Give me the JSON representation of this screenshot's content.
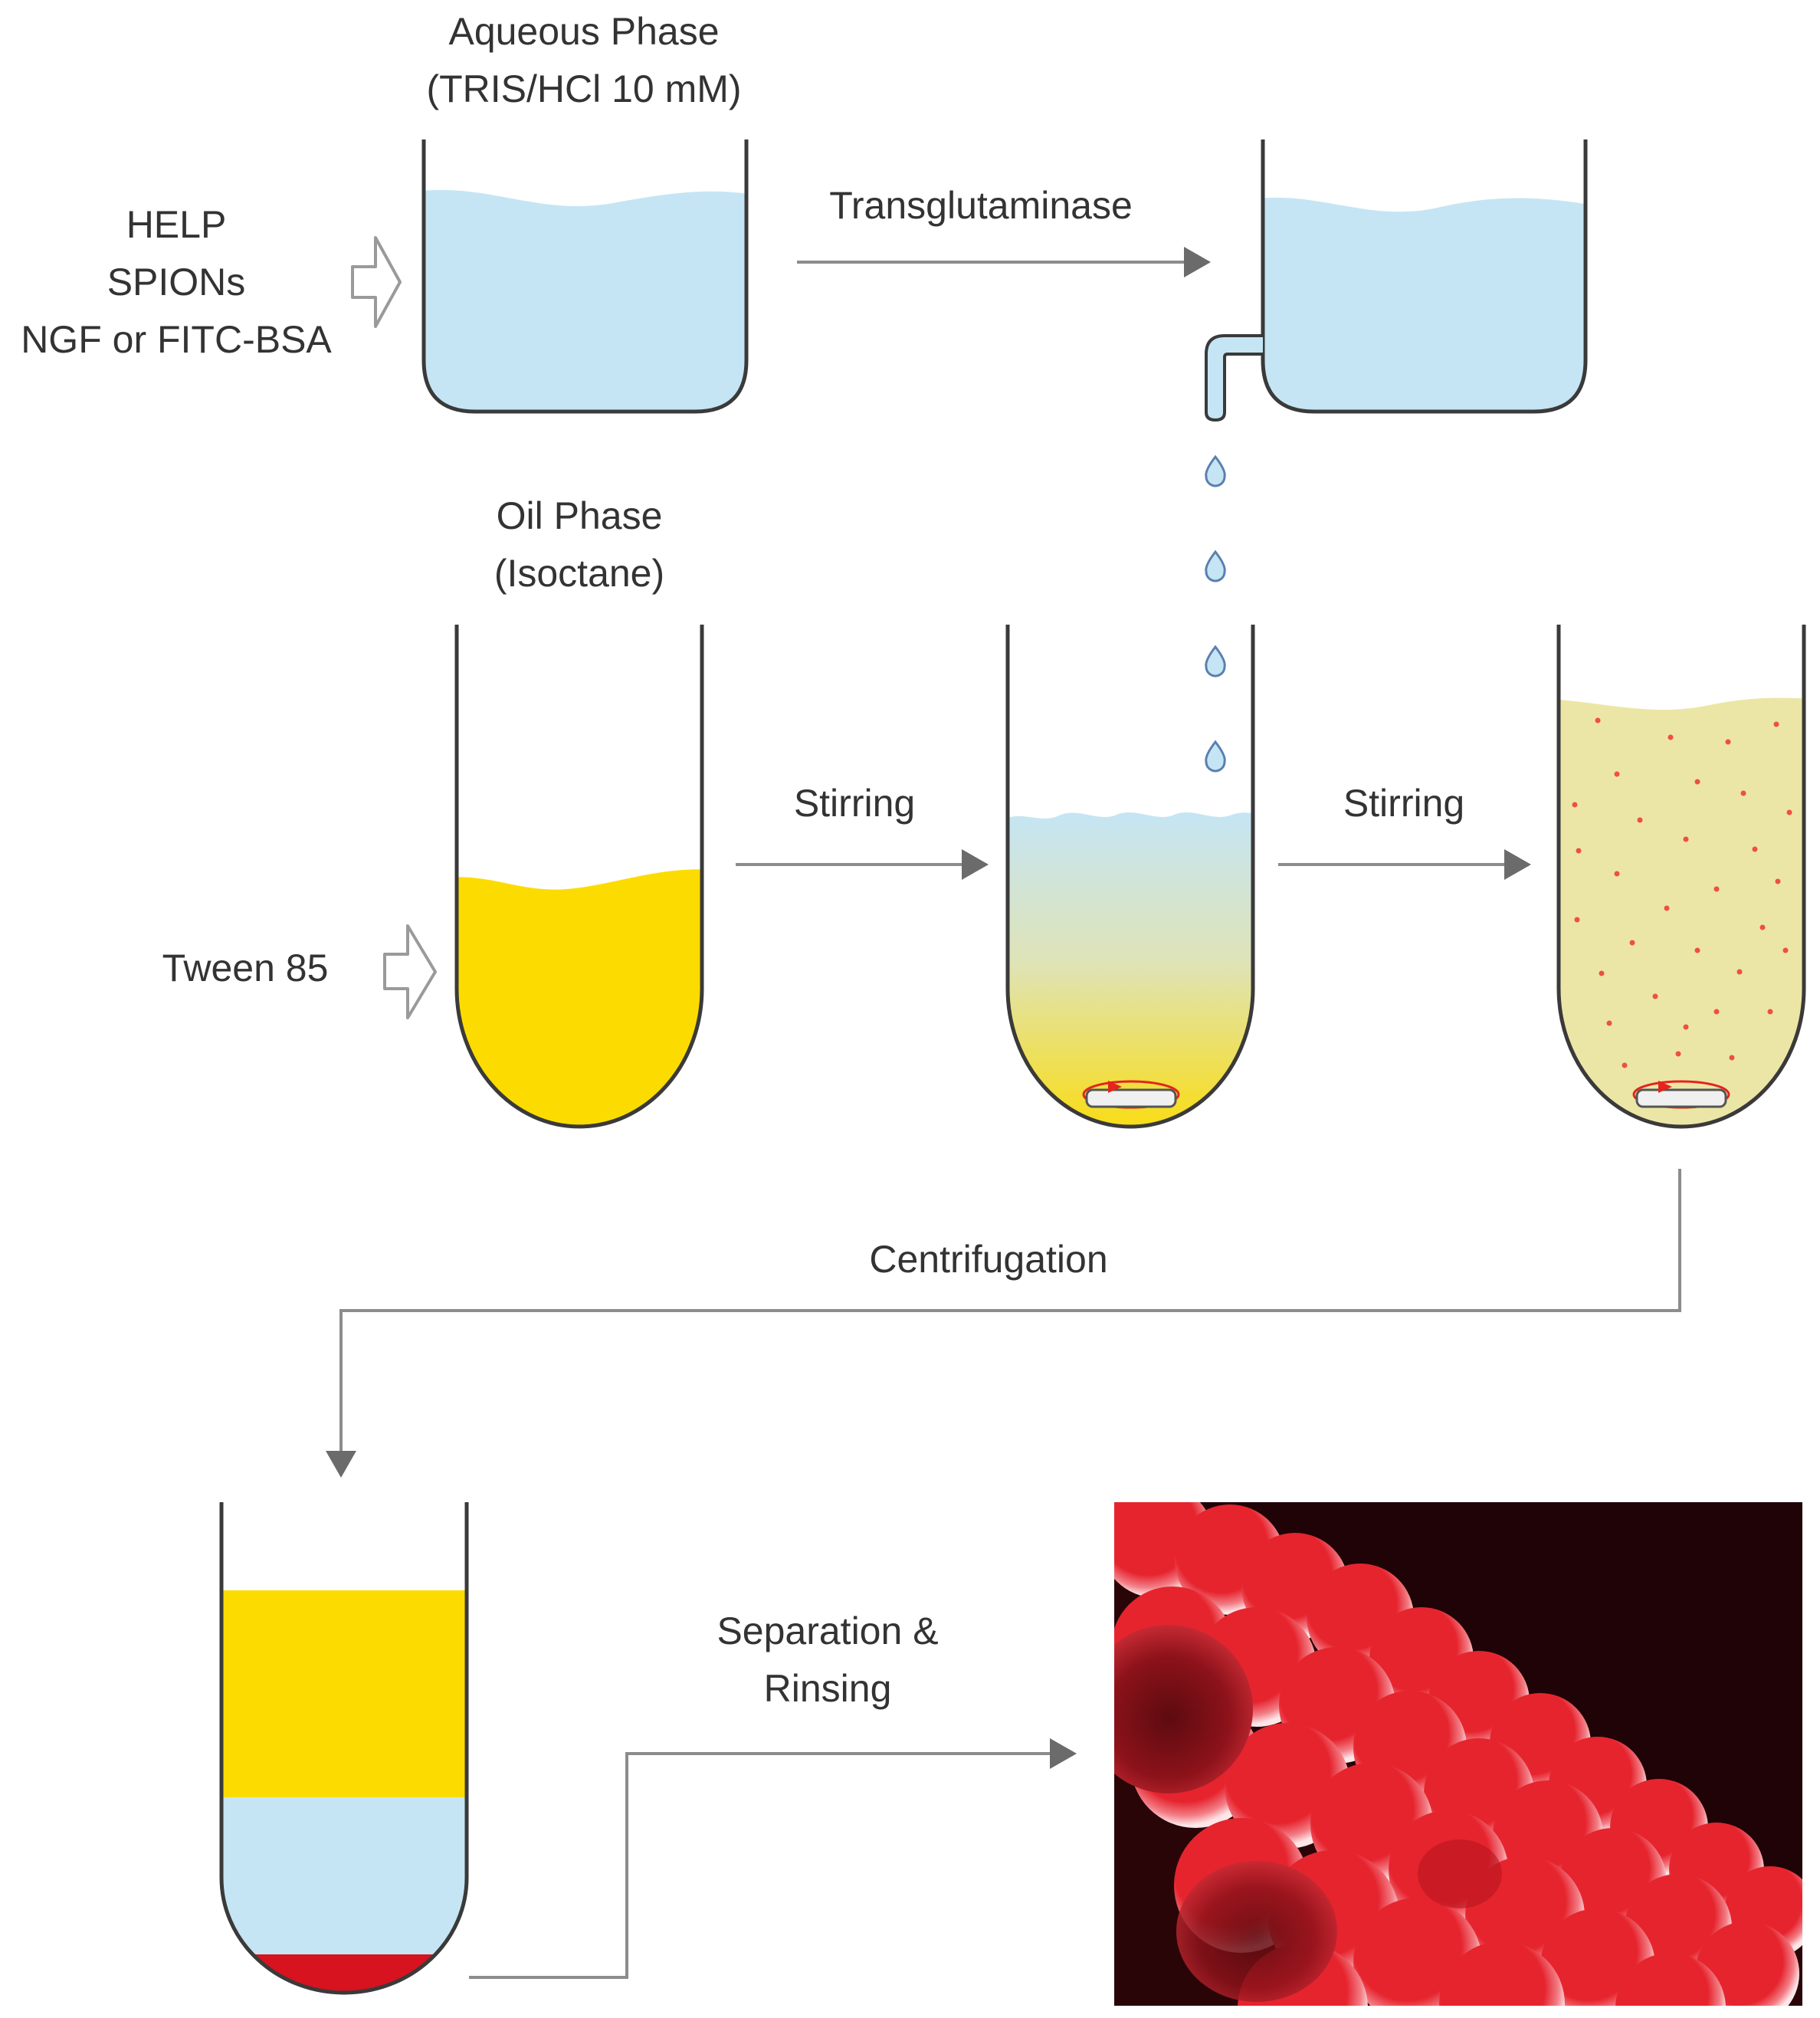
{
  "labels": {
    "aqueous_line1": "Aqueous Phase",
    "aqueous_line2": "(TRIS/HCl 10 mM)",
    "input_line1": "HELP",
    "input_line2": "SPIONs",
    "input_line3": "NGF or FITC-BSA",
    "transglutaminase": "Transglutaminase",
    "oil_line1": "Oil Phase",
    "oil_line2": "(Isoctane)",
    "tween": "Tween 85",
    "stirring_1": "Stirring",
    "stirring_2": "Stirring",
    "centrifugation": "Centrifugation",
    "separation_line1": "Separation &",
    "separation_line2": "Rinsing"
  },
  "colors": {
    "aqueous": "#c5e5f4",
    "oil": "#fcdc00",
    "emulsion": "#ece6a6",
    "droplet_dots": "#ee5040",
    "sediment": "#d6131f",
    "outline": "#3a3a3a",
    "arrow": "#8c8c8c",
    "arrow_head": "#6b6b6b",
    "micrograph_bg": "#2a0508",
    "micrograph_sphere": "#e0232f"
  },
  "icons": {
    "input_arrow": "hollow-right-arrow-icon",
    "stir_bar": "magnetic-stir-bar-icon",
    "droplet": "water-droplet-icon"
  }
}
